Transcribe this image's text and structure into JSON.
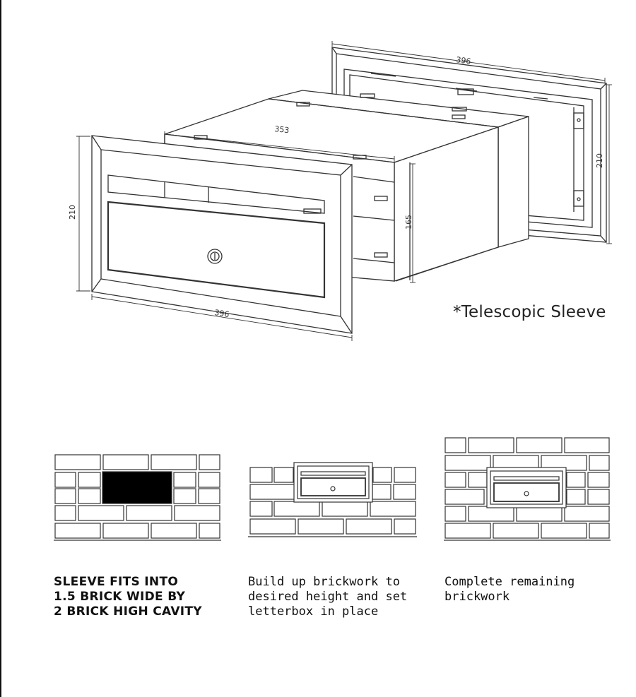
{
  "dimensions": {
    "back_width": "396",
    "back_height": "210",
    "sleeve_depth": "353",
    "sleeve_height": "165",
    "front_height": "210",
    "front_width": "396"
  },
  "note": "*Telescopic Sleeve",
  "steps": [
    {
      "lines": [
        "SLEEVE FITS INTO",
        "1.5 BRICK WIDE BY",
        "2 BRICK HIGH CAVITY"
      ]
    },
    {
      "lines": [
        "Build up brickwork to",
        "desired height and set",
        "letterbox in place"
      ]
    },
    {
      "lines": [
        "Complete remaining",
        "brickwork"
      ]
    }
  ],
  "colors": {
    "line": "#333333",
    "cavity": "#000000",
    "background": "#ffffff"
  }
}
